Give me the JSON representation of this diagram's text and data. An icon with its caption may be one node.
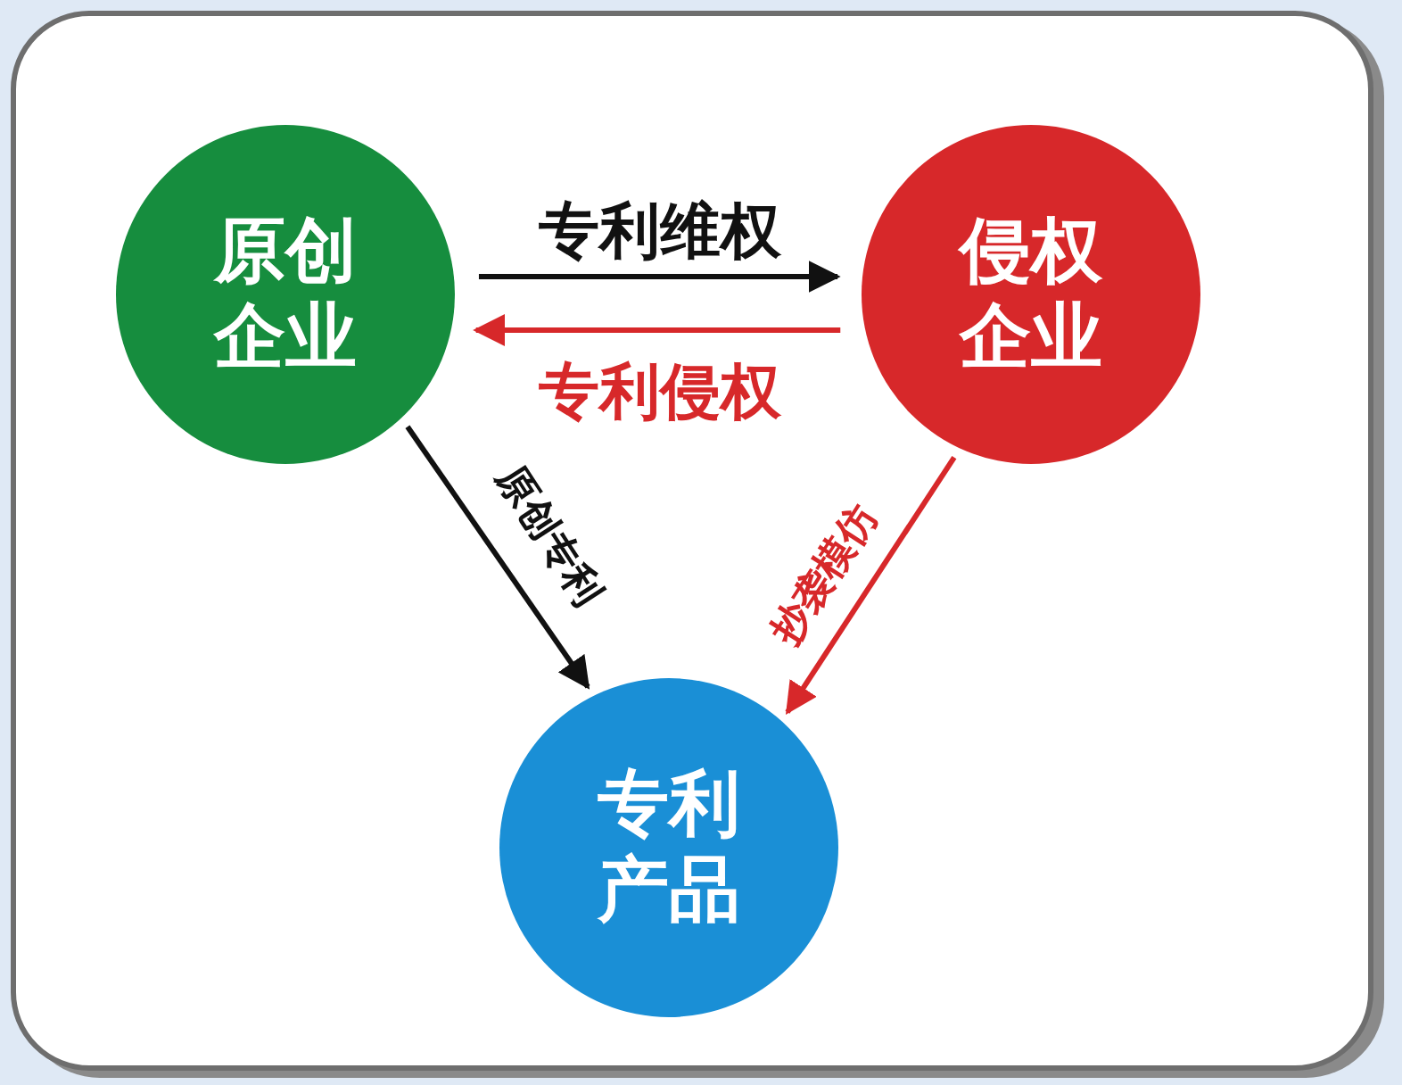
{
  "diagram": {
    "nodes": [
      {
        "text": [
          "原创企业"
        ]
      },
      {
        "text": [
          "侵权企业"
        ]
      },
      {
        "text": [
          "专利产品"
        ]
      }
    ],
    "edges": [
      {
        "from": 0,
        "to": 1,
        "arrow": "to",
        "label": "专利维权"
      },
      {
        "from": 1,
        "to": 0,
        "arrow": "to",
        "label": "专利侵权",
        "color": "#d7282a"
      },
      {
        "from": 0,
        "to": 2,
        "arrow": "to",
        "label": "原创专利"
      },
      {
        "from": 1,
        "to": 2,
        "arrow": "to",
        "label": "抄袭模仿",
        "color": "#d7282a"
      }
    ]
  }
}
